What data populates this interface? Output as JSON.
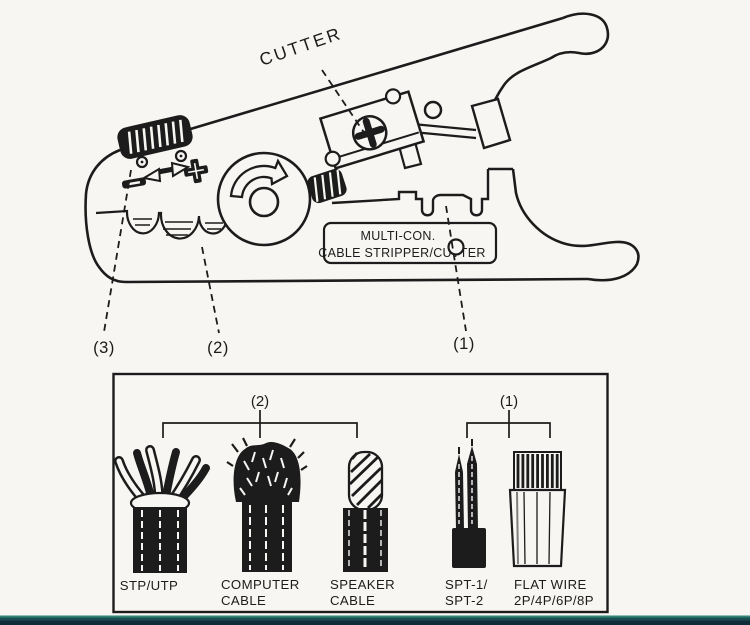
{
  "page": {
    "background_color": "#f7f6f3",
    "ink_color": "#1c1c1c",
    "footer_bar": {
      "highlight_color": "#2f8674",
      "mid_color": "#1b4e51",
      "base_color": "#0f2c3a"
    }
  },
  "tool_diagram": {
    "cutter_callout": "CUTTER",
    "plate_line1": "MULTI-CON.",
    "plate_line2": "CABLE STRIPPER/CUTTER",
    "callout_3": "(3)",
    "callout_2": "(2)",
    "callout_1": "(1)"
  },
  "cable_panel": {
    "group_2_label": "(2)",
    "group_1_label": "(1)",
    "cables": [
      {
        "lines": [
          "STP/UTP"
        ]
      },
      {
        "lines": [
          "COMPUTER",
          "CABLE"
        ]
      },
      {
        "lines": [
          "SPEAKER",
          "CABLE"
        ]
      },
      {
        "lines": [
          "SPT-1/",
          "SPT-2"
        ]
      },
      {
        "lines": [
          "FLAT WIRE",
          "2P/4P/6P/8P"
        ]
      }
    ]
  }
}
